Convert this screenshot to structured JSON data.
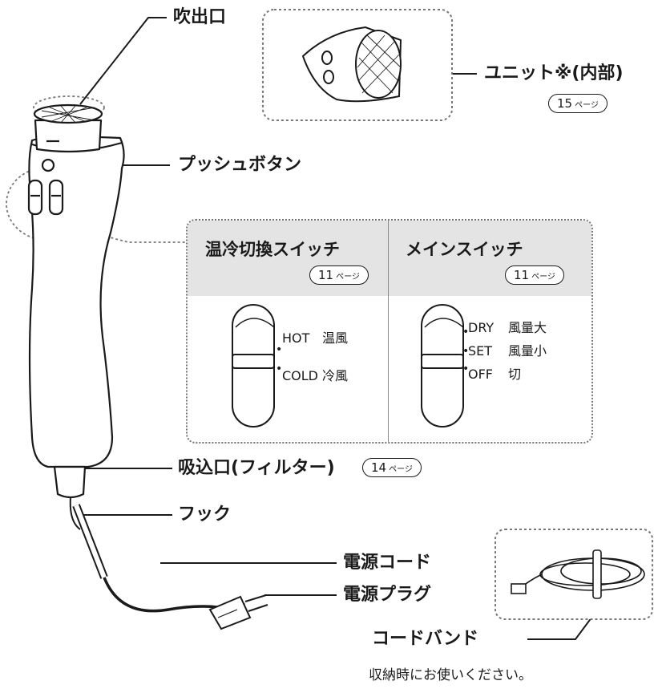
{
  "labels": {
    "outlet": "吹出口",
    "unit": "ユニット※(内部)",
    "push_button": "プッシュボタン",
    "intake": "吸込口(フィルター)",
    "hook": "フック",
    "power_cord": "電源コード",
    "power_plug": "電源プラグ",
    "cord_band": "コードバンド",
    "cord_band_note": "収納時にお使いください。"
  },
  "page_refs": {
    "unit": "15",
    "intake": "14",
    "temp_switch": "11",
    "main_switch": "11",
    "suffix": "ページ"
  },
  "temp_switch": {
    "title": "温冷切換スイッチ",
    "positions": [
      {
        "code": "HOT",
        "desc": "温風"
      },
      {
        "code": "COLD",
        "desc": "冷風"
      }
    ]
  },
  "main_switch": {
    "title": "メインスイッチ",
    "positions": [
      {
        "code": "DRY",
        "desc": "風量大"
      },
      {
        "code": "SET",
        "desc": "風量小"
      },
      {
        "code": "OFF",
        "desc": "切"
      }
    ]
  },
  "colors": {
    "line": "#1a1a1a",
    "panel_band": "#e4e4e4",
    "dotted": "#777777"
  }
}
